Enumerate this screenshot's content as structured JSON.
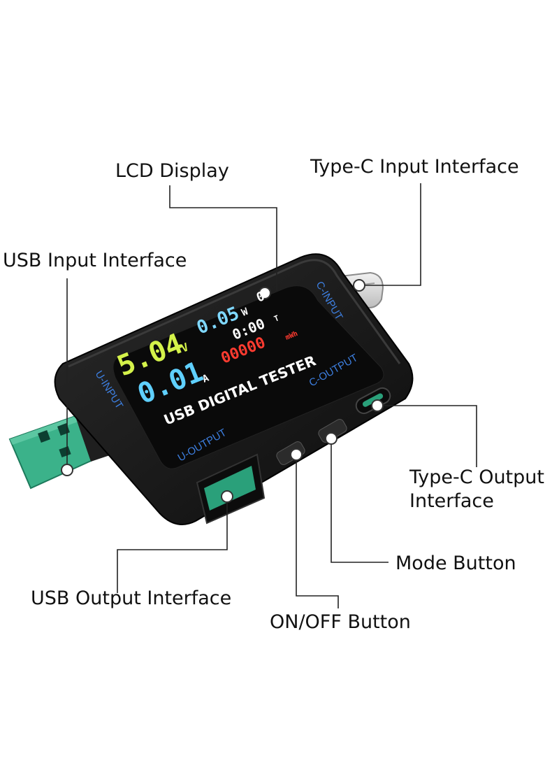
{
  "callouts": {
    "lcd_display": "LCD Display",
    "type_c_input": "Type-C Input Interface",
    "usb_input": "USB Input Interface",
    "type_c_output_line1": "Type-C Output",
    "type_c_output_line2": "Interface",
    "mode_button": "Mode Button",
    "usb_output": "USB Output Interface",
    "on_off_button": "ON/OFF Button"
  },
  "device": {
    "body_color": "#161616",
    "port_labels": {
      "c_input": "C-INPUT",
      "u_input": "U-INPUT",
      "c_output": "C-OUTPUT",
      "u_output": "U-OUTPUT"
    },
    "screen": {
      "voltage": "5.04",
      "voltage_unit": "V",
      "current": "0.01",
      "current_unit": "A",
      "power": "0.05",
      "power_unit": "W",
      "group_index": "0",
      "time": "0:00",
      "time_unit": "T",
      "energy": "00000",
      "energy_unit": "mWh",
      "title_line1": "USB DIGITAL TESTER"
    },
    "colors": {
      "voltage": "#d4f24a",
      "current": "#5fd0ff",
      "power": "#7fd8ff",
      "energy": "#ff3b30",
      "port_label": "#3d7fe0",
      "usb_connector": "#3bb28a"
    }
  }
}
